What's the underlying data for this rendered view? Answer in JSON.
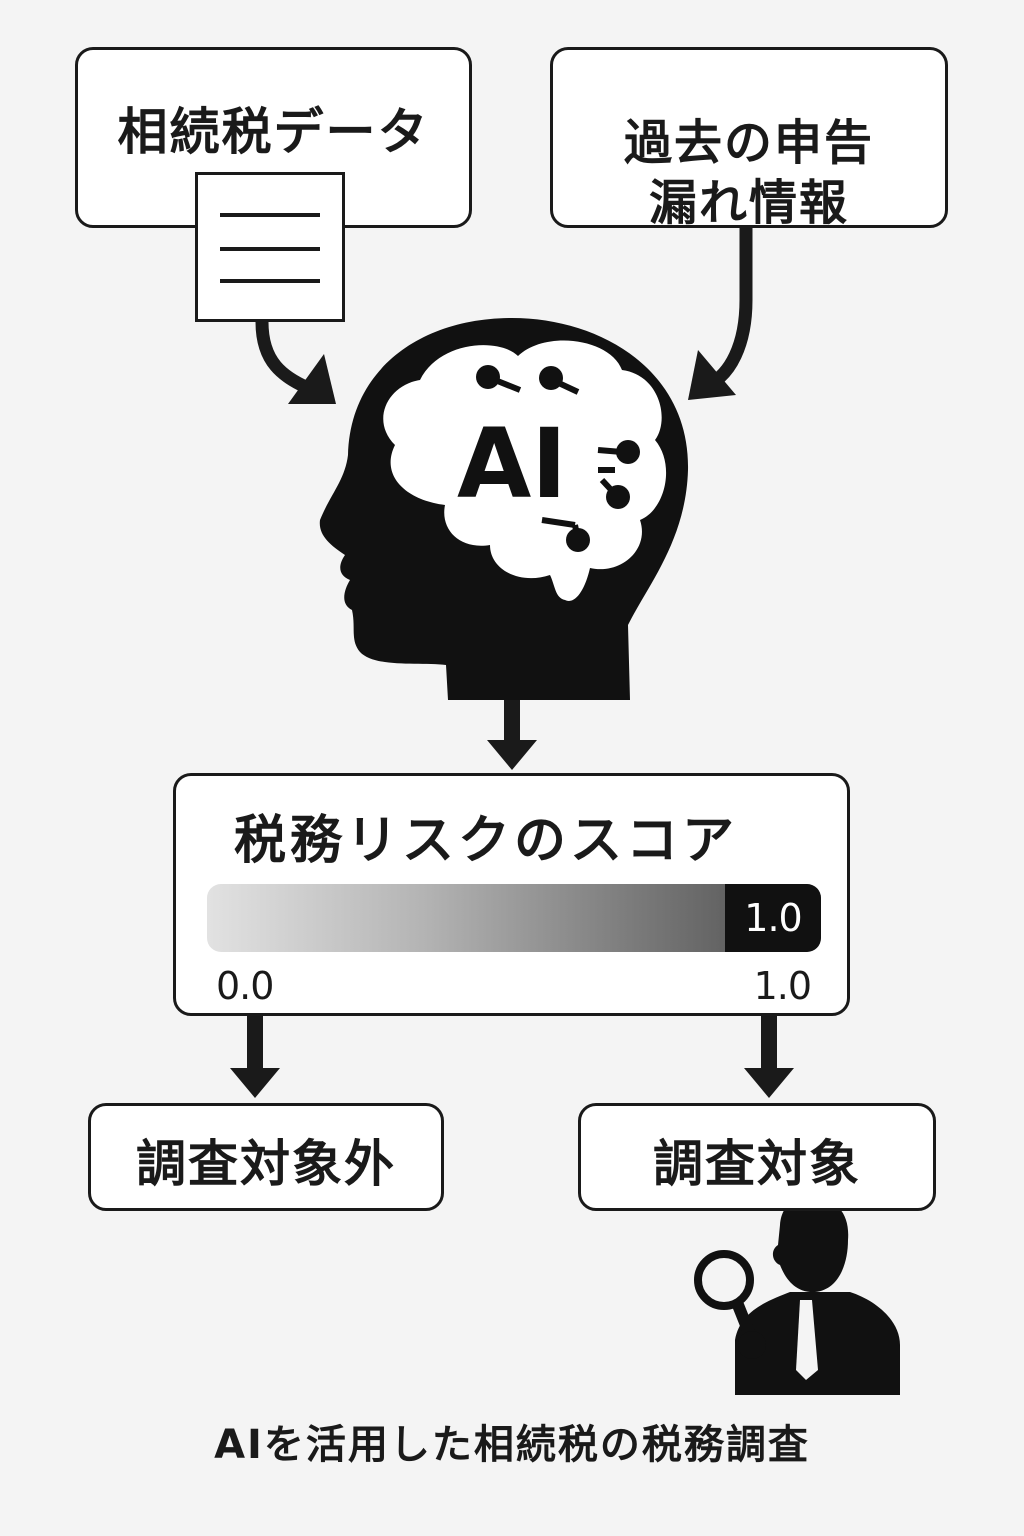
{
  "sources": {
    "inheritance_data": "相続税データ",
    "omission_info_line1": "過去の申告",
    "omission_info_line2": "漏れ情報"
  },
  "ai_head": {
    "label": "AI",
    "icon": "ai-brain-head-icon"
  },
  "score": {
    "title": "税務リスクのスコア",
    "current_value_label": "1.0",
    "min_label": "0.0",
    "max_label": "1.0",
    "level": 1.0
  },
  "outcomes": {
    "not_target": "調査対象外",
    "target": "調査対象"
  },
  "caption": "AIを活用した相続税の税務調査"
}
